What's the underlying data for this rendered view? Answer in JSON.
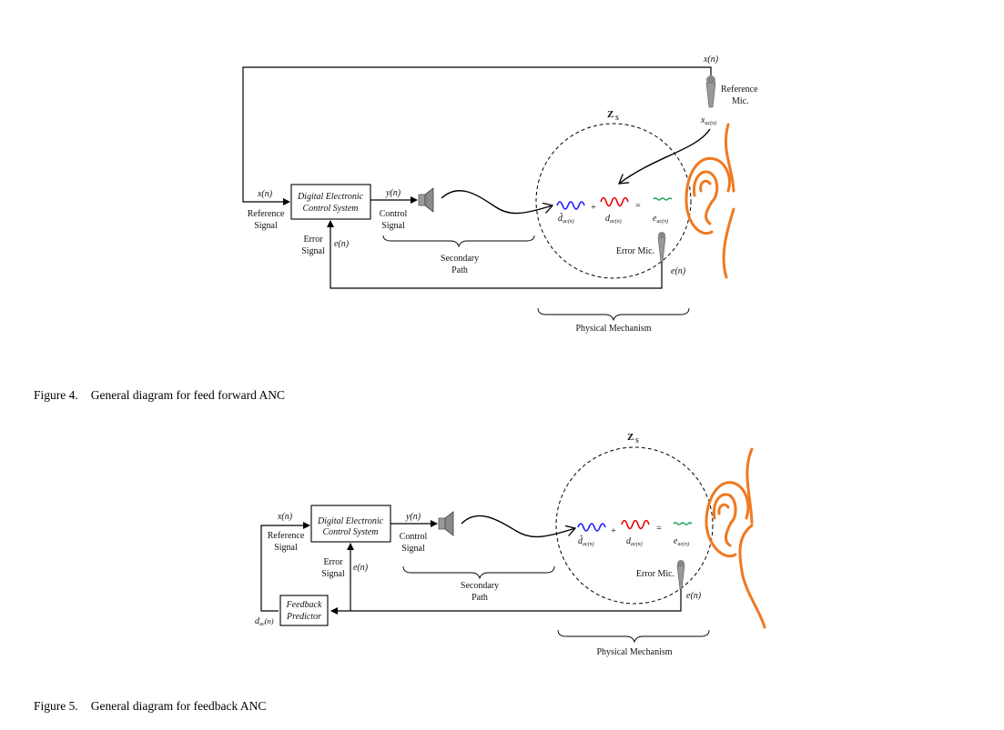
{
  "figure4": {
    "caption_number": "Figure 4.",
    "caption_text": "General diagram for feed forward ANC",
    "block_line1": "Digital Electronic",
    "block_line2": "Control System",
    "x_signal": "x(n)",
    "reference_line1": "Reference",
    "reference_line2": "Signal",
    "y_signal": "y(n)",
    "control_line1": "Control",
    "control_line2": "Signal",
    "error_line1": "Error",
    "error_line2": "Signal",
    "e_signal": "e(n)",
    "secondary_line1": "Secondary",
    "secondary_line2": "Path",
    "zone_label": "Z",
    "zone_sub": "s",
    "plus": "+",
    "equals": "=",
    "d_tilde": "d̃",
    "sub_ac_n": "ac(n)",
    "d_ac": "d",
    "e_ac": "e",
    "error_mic": "Error Mic.",
    "e_out": "e(n)",
    "physical": "Physical Mechanism",
    "top_x": "x(n)",
    "ref_mic_line1": "Reference",
    "ref_mic_line2": "Mic.",
    "x_ac": "x"
  },
  "figure5": {
    "caption_number": "Figure 5.",
    "caption_text": "General diagram for feedback ANC",
    "block_line1": "Digital Electronic",
    "block_line2": "Control System",
    "x_signal": "x(n)",
    "reference_line1": "Reference",
    "reference_line2": "Signal",
    "y_signal": "y(n)",
    "control_line1": "Control",
    "control_line2": "Signal",
    "error_line1": "Error",
    "error_line2": "Signal",
    "e_signal": "e(n)",
    "secondary_line1": "Secondary",
    "secondary_line2": "Path",
    "zone_label": "Z",
    "zone_sub": "s",
    "plus": "+",
    "equals": "=",
    "d_tilde": "d̃",
    "sub_ac_n": "ac(n)",
    "d_ac": "d",
    "e_ac": "e",
    "error_mic": "Error Mic.",
    "e_out": "e(n)",
    "physical": "Physical Mechanism",
    "predictor_line1": "Feedback",
    "predictor_line2": "Predictor",
    "d_ac_in": "d",
    "sub_ac": "ac",
    "n_suffix": "(n)"
  },
  "colors": {
    "wave_blue": "#1a1aff",
    "wave_red": "#e60000",
    "wave_green": "#1aa050",
    "ear": "#f07820"
  }
}
